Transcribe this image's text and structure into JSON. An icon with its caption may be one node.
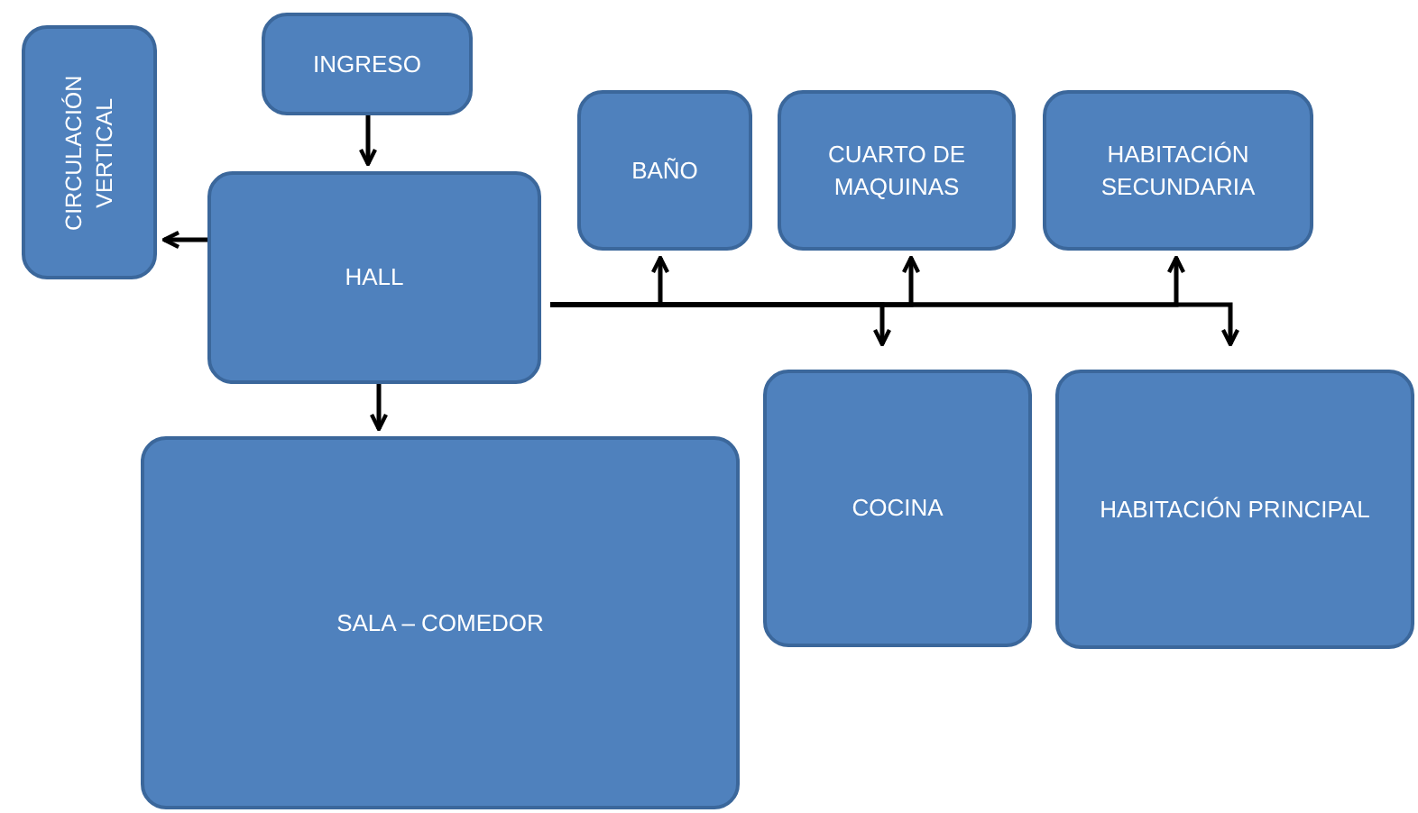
{
  "diagram": {
    "nodes": [
      {
        "text": [
          "CIRCULACIÓN VERTICAL"
        ]
      },
      {
        "text": [
          "INGRESO"
        ]
      },
      {
        "text": [
          "HALL"
        ]
      },
      {
        "text": [
          "BAÑO"
        ]
      },
      {
        "text": [
          "CUARTO DE MAQUINAS"
        ]
      },
      {
        "text": [
          "HABITACIÓN SECUNDARIA"
        ]
      },
      {
        "text": [
          "SALA – COMEDOR"
        ]
      },
      {
        "text": [
          "COCINA"
        ]
      },
      {
        "text": [
          "HABITACIÓN PRINCIPAL"
        ]
      }
    ],
    "edges": [
      {
        "from": 1,
        "to": 2,
        "arrow": "to"
      },
      {
        "from": 2,
        "to": 0,
        "arrow": "to"
      },
      {
        "from": 2,
        "to": 6,
        "arrow": "to"
      },
      {
        "from": 2,
        "to": 3,
        "arrow": "to"
      },
      {
        "from": 2,
        "to": 4,
        "arrow": "to"
      },
      {
        "from": 2,
        "to": 5,
        "arrow": "to"
      },
      {
        "from": 2,
        "to": 7,
        "arrow": "to"
      },
      {
        "from": 2,
        "to": 8,
        "arrow": "to"
      }
    ]
  }
}
